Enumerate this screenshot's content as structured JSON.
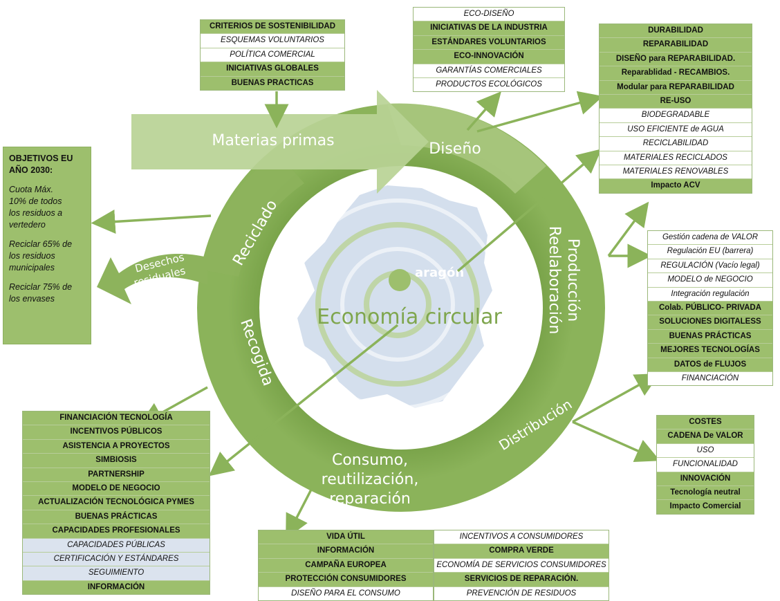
{
  "labels": {
    "materias_primas": "Materias primas",
    "diseno": "Diseño",
    "produccion_1": "Producción",
    "produccion_2": "Reelaboración",
    "distribucion": "Distribución",
    "consumo_1": "Consumo,",
    "consumo_2": "reutilización,",
    "consumo_3": "reparación",
    "recogida": "Recogida",
    "reciclado": "Reciclado",
    "desechos_1": "Desechos",
    "desechos_2": "residuales",
    "logo": "aragón",
    "center": "Economía circular"
  },
  "objetivos": {
    "title_1": "OBJETIVOS EU",
    "title_2": "AÑO 2030:",
    "p1": [
      "Cuota Máx.",
      "10% de todos",
      "los residuos a",
      "vertedero"
    ],
    "p2": [
      "Reciclar 65% de",
      "los residuos",
      "municipales"
    ],
    "p3": [
      "Reciclar 75% de",
      "los envases"
    ]
  },
  "boxes": {
    "materias": [
      {
        "t": "CRITERIOS DE SOSTENIBILIDAD",
        "s": "g"
      },
      {
        "t": "ESQUEMAS VOLUNTARIOS",
        "s": "w"
      },
      {
        "t": "POLÍTICA COMERCIAL",
        "s": "w"
      },
      {
        "t": "INICIATIVAS GLOBALES",
        "s": "g"
      },
      {
        "t": "BUENAS PRACTICAS",
        "s": "g"
      }
    ],
    "diseno": [
      {
        "t": "ECO-DISEÑO",
        "s": "w"
      },
      {
        "t": "INICIATIVAS DE LA INDUSTRIA",
        "s": "g"
      },
      {
        "t": "ESTÁNDARES VOLUNTARIOS",
        "s": "g"
      },
      {
        "t": "ECO-INNOVACIÓN",
        "s": "g"
      },
      {
        "t": "GARANTÍAS COMERCIALES",
        "s": "w"
      },
      {
        "t": "PRODUCTOS ECOLÓGICOS",
        "s": "w"
      }
    ],
    "produccion_top": [
      {
        "t": "DURABILIDAD",
        "s": "g"
      },
      {
        "t": "REPARABILIDAD",
        "s": "g"
      },
      {
        "t": "DISEÑO para REPARABILIDAD.",
        "s": "g"
      },
      {
        "t": "Reparablidad - RECAMBIOS.",
        "s": "g"
      },
      {
        "t": "Modular para REPARABILIDAD",
        "s": "g"
      },
      {
        "t": "RE-USO",
        "s": "g"
      },
      {
        "t": "BIODEGRADABLE",
        "s": "w"
      },
      {
        "t": "USO EFICIENTE de AGUA",
        "s": "w"
      },
      {
        "t": "RECICLABILIDAD",
        "s": "w"
      },
      {
        "t": "MATERIALES RECICLADOS",
        "s": "w"
      },
      {
        "t": "MATERIALES RENOVABLES",
        "s": "w"
      },
      {
        "t": "Impacto ACV",
        "s": "g"
      }
    ],
    "produccion_right": [
      {
        "t": "Gestión cadena de VALOR",
        "s": "w"
      },
      {
        "t": "Regulación EU (barrera)",
        "s": "w"
      },
      {
        "t": "REGULACIÓN (Vacío legal)",
        "s": "w"
      },
      {
        "t": "MODELO de NEGOCIO",
        "s": "w"
      },
      {
        "t": "Integración regulación",
        "s": "w"
      },
      {
        "t": "Colab. PÚBLICO- PRIVADA",
        "s": "g"
      },
      {
        "t": "SOLUCIONES DIGITALESS",
        "s": "g"
      },
      {
        "t": "BUENAS PRÁCTICAS",
        "s": "g"
      },
      {
        "t": "MEJORES TECNOLOGÍAS",
        "s": "g"
      },
      {
        "t": "DATOS de FLUJOS",
        "s": "g"
      },
      {
        "t": "FINANCIACIÓN",
        "s": "w"
      }
    ],
    "distribucion": [
      {
        "t": "COSTES",
        "s": "g"
      },
      {
        "t": "CADENA De VALOR",
        "s": "g"
      },
      {
        "t": "USO",
        "s": "w"
      },
      {
        "t": "FUNCIONALIDAD",
        "s": "w"
      },
      {
        "t": "INNOVACIÓN",
        "s": "g"
      },
      {
        "t": "Tecnología neutral",
        "s": "g"
      },
      {
        "t": "Impacto Comercial",
        "s": "g"
      }
    ],
    "recogida": [
      {
        "t": "FINANCIACIÓN TECNOLOGÍA",
        "s": "g"
      },
      {
        "t": "INCENTIVOS PÚBLICOS",
        "s": "g"
      },
      {
        "t": "ASISTENCIA A PROYECTOS",
        "s": "g"
      },
      {
        "t": "SIMBIOSIS",
        "s": "g"
      },
      {
        "t": "PARTNERSHIP",
        "s": "g"
      },
      {
        "t": "MODELO DE NEGOCIO",
        "s": "g"
      },
      {
        "t": "ACTUALIZACIÓN TECNOLÓGICA PYMES",
        "s": "g"
      },
      {
        "t": "BUENAS PRÁCTICAS",
        "s": "g"
      },
      {
        "t": "CAPACIDADES PROFESIONALES",
        "s": "g"
      },
      {
        "t": "CAPACIDADES PÚBLICAS",
        "s": "b"
      },
      {
        "t": "CERTIFICACIÓN Y ESTÁNDARES",
        "s": "b"
      },
      {
        "t": "SEGUIMIENTO",
        "s": "b"
      },
      {
        "t": "INFORMACIÓN",
        "s": "g"
      }
    ],
    "consumo_left": [
      {
        "t": "VIDA ÚTIL",
        "s": "g"
      },
      {
        "t": "INFORMACIÓN",
        "s": "g"
      },
      {
        "t": "CAMPAÑA EUROPEA",
        "s": "g"
      },
      {
        "t": "PROTECCIÓN CONSUMIDORES",
        "s": "g"
      },
      {
        "t": "DISEÑO PARA EL CONSUMO",
        "s": "w"
      }
    ],
    "consumo_right": [
      {
        "t": "INCENTIVOS A CONSUMIDORES",
        "s": "w"
      },
      {
        "t": "COMPRA VERDE",
        "s": "g"
      },
      {
        "t": "ECONOMÍA DE SERVICIOS CONSUMIDORES",
        "s": "w"
      },
      {
        "t": "SERVICIOS DE REPARACIÓN.",
        "s": "g"
      },
      {
        "t": "PREVENCIÓN DE RESIDUOS",
        "s": "w"
      }
    ]
  },
  "colors": {
    "ring_dark": "#7fa64e",
    "ring_light": "#b9d295",
    "cell_green": "#9dbf6d",
    "cell_blue": "#dbe3ee",
    "arrow": "#8bb35a"
  }
}
